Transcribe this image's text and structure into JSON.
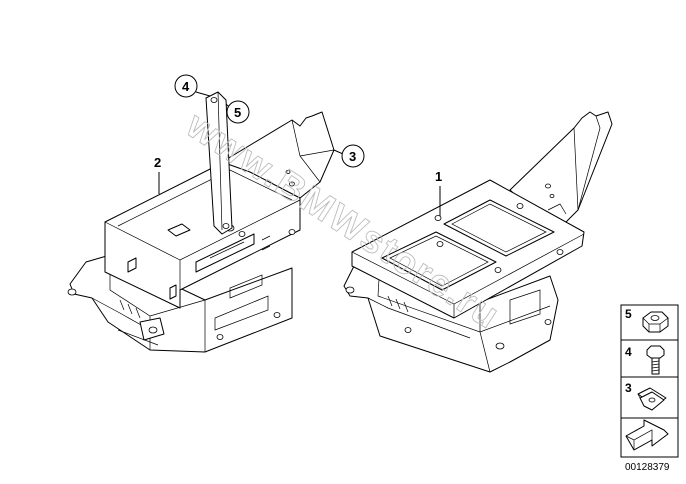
{
  "callouts": {
    "c1": "1",
    "c2": "2",
    "c3": "3",
    "c4": "4",
    "c5": "5"
  },
  "legend": {
    "items": [
      {
        "number": "5",
        "icon": "nut-icon"
      },
      {
        "number": "4",
        "icon": "bolt-icon"
      },
      {
        "number": "3",
        "icon": "clip-nut-icon"
      }
    ]
  },
  "watermark": "www.BMWstore.ru",
  "document_number": "00128379"
}
